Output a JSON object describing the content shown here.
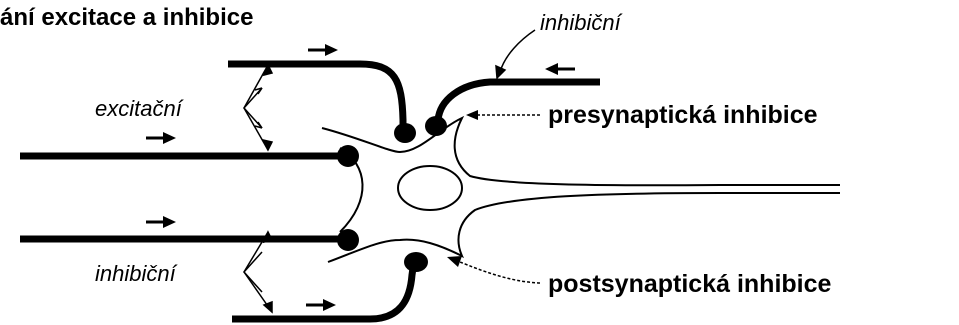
{
  "diagram": {
    "title": "ání excitace a inhibice",
    "labels": {
      "inhibitory_top": "inhibiční",
      "excitatory": "excitační",
      "presynaptic": "presynaptická inhibice",
      "inhibitory_bottom": "inhibiční",
      "postsynaptic": "postsynaptická inhibice"
    },
    "colors": {
      "ink": "#000000",
      "background": "#ffffff"
    }
  }
}
